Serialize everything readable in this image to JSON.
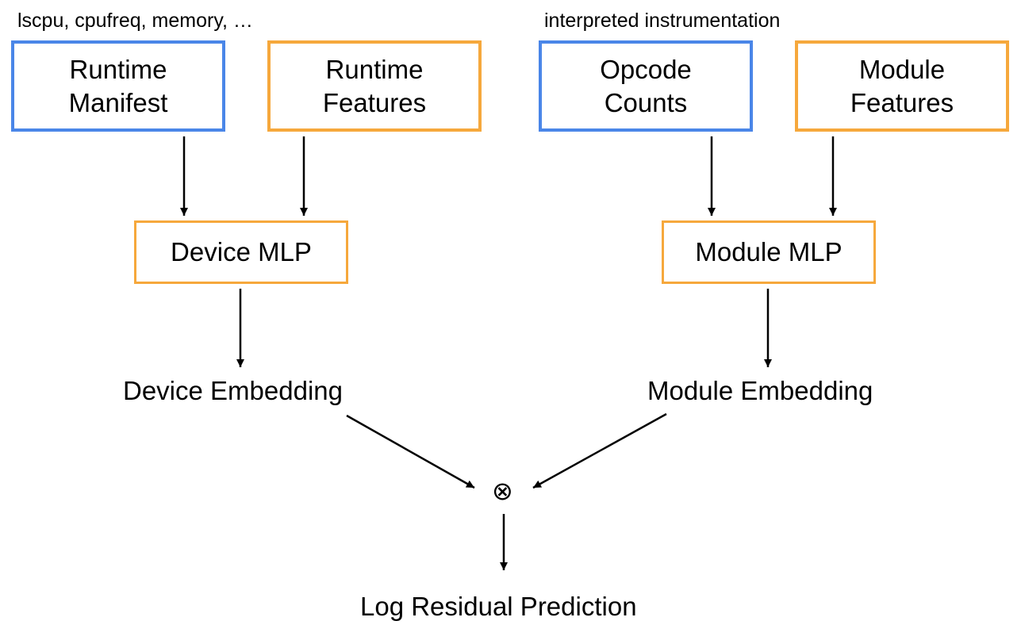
{
  "colors": {
    "data_box": "#4a86e8",
    "feature_box": "#f6a83c",
    "line": "#000000"
  },
  "annotations": {
    "left": "lscpu, cpufreq, memory, …",
    "right": "interpreted instrumentation"
  },
  "boxes": {
    "runtime_manifest": "Runtime\nManifest",
    "runtime_features": "Runtime\nFeatures",
    "opcode_counts": "Opcode\nCounts",
    "module_features": "Module\nFeatures",
    "device_mlp": "Device MLP",
    "module_mlp": "Module MLP"
  },
  "nodes": {
    "device_embedding": "Device Embedding",
    "module_embedding": "Module Embedding",
    "combine_operator": "⊗",
    "output": "Log Residual Prediction"
  }
}
